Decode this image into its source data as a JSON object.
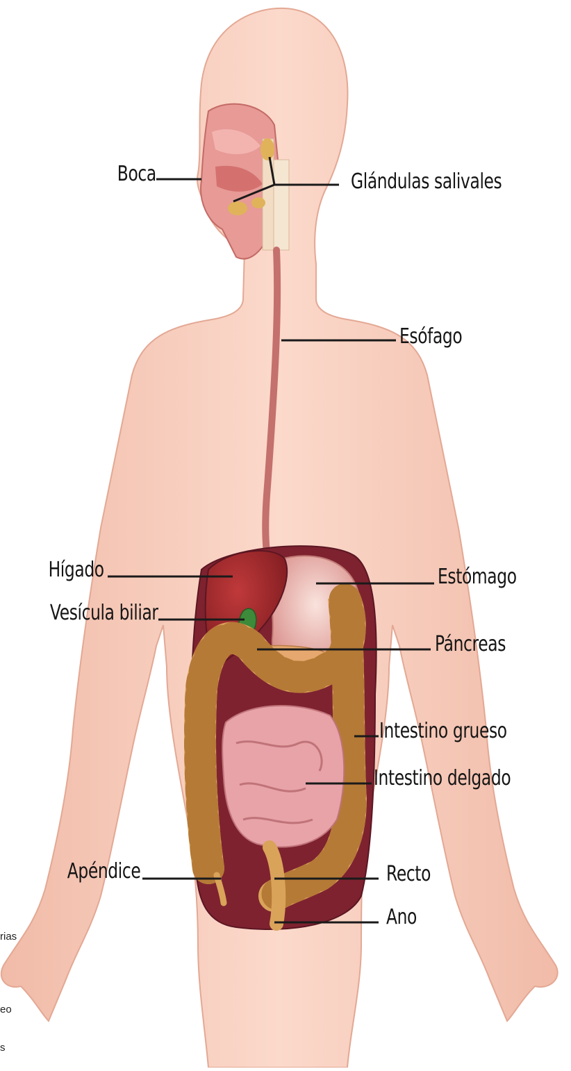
{
  "labels": {
    "boca": "Boca",
    "glandulas": "Glándulas salivales",
    "esofago": "Esófago",
    "higado": "Hígado",
    "estomago": "Estómago",
    "vesicula": "Vesícula biliar",
    "pancreas": "Páncreas",
    "intestino_grueso": "Intestino grueso",
    "intestino_delgado": "Intestino delgado",
    "apendice": "Apéndice",
    "recto": "Recto",
    "ano": "Ano"
  },
  "edge_fragments": [
    "rias",
    "eo",
    "s"
  ],
  "colors": {
    "skin": "#f6c9b8",
    "liver": "#9e2a2b",
    "stomach": "#f2c7c0",
    "colon": "#d9a35a",
    "small_intestine": "#e7a3a8",
    "cavity": "#7e2230",
    "gallbladder": "#3c8a3a"
  }
}
